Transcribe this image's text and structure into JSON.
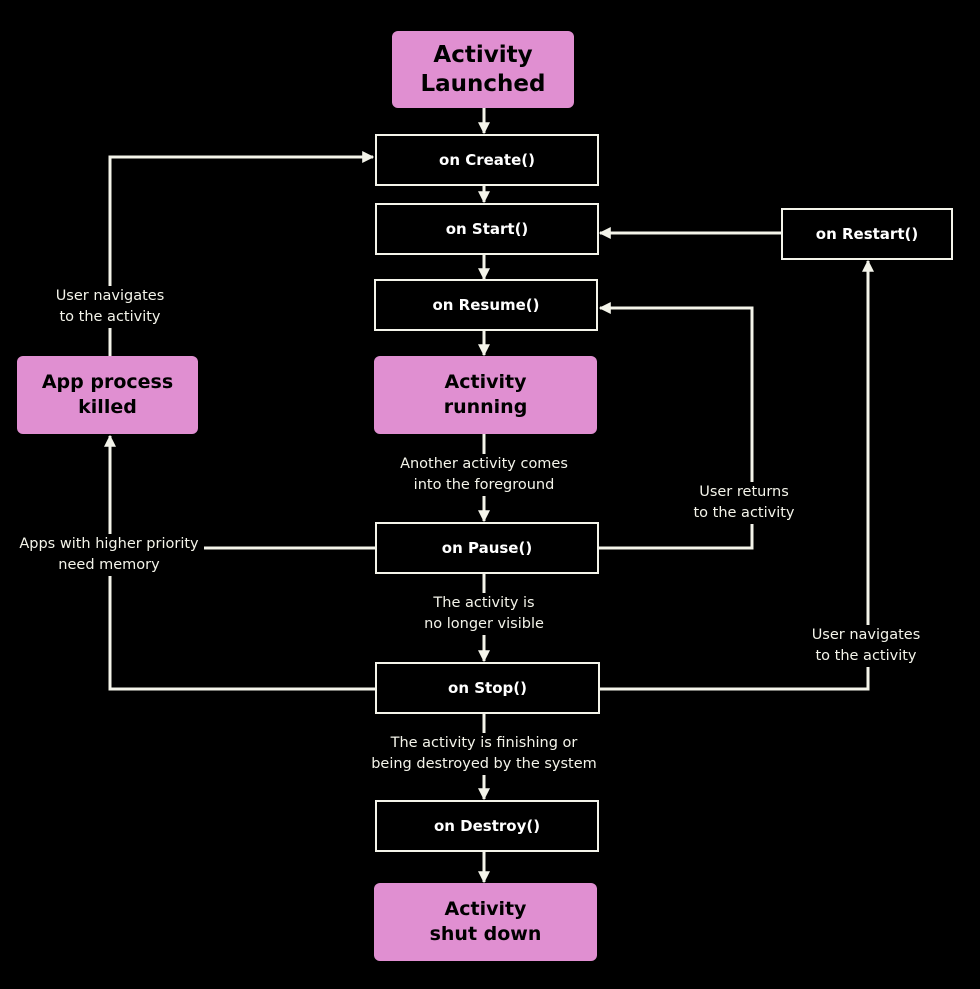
{
  "colors": {
    "background": "#000000",
    "state_fill": "#e08fd1",
    "line": "#f4f4ea"
  },
  "states": {
    "launched": "Activity\nLaunched",
    "running": "Activity\nrunning",
    "killed": "App process\nkilled",
    "shutdown": "Activity\nshut down"
  },
  "callbacks": {
    "create": "on Create()",
    "start": "on Start()",
    "restart": "on Restart()",
    "resume": "on Resume()",
    "pause": "on Pause()",
    "stop": "on Stop()",
    "destroy": "on Destroy()"
  },
  "labels": {
    "navigate_left": "User navigates\nto the activity",
    "another_activity": "Another activity comes\ninto the foreground",
    "user_returns": "User returns\nto the activity",
    "higher_priority": "Apps with higher priority\nneed memory",
    "no_longer_visible": "The activity is\nno longer visible",
    "navigate_right": "User navigates\nto the activity",
    "finishing": "The activity is finishing or\nbeing destroyed by the system"
  }
}
